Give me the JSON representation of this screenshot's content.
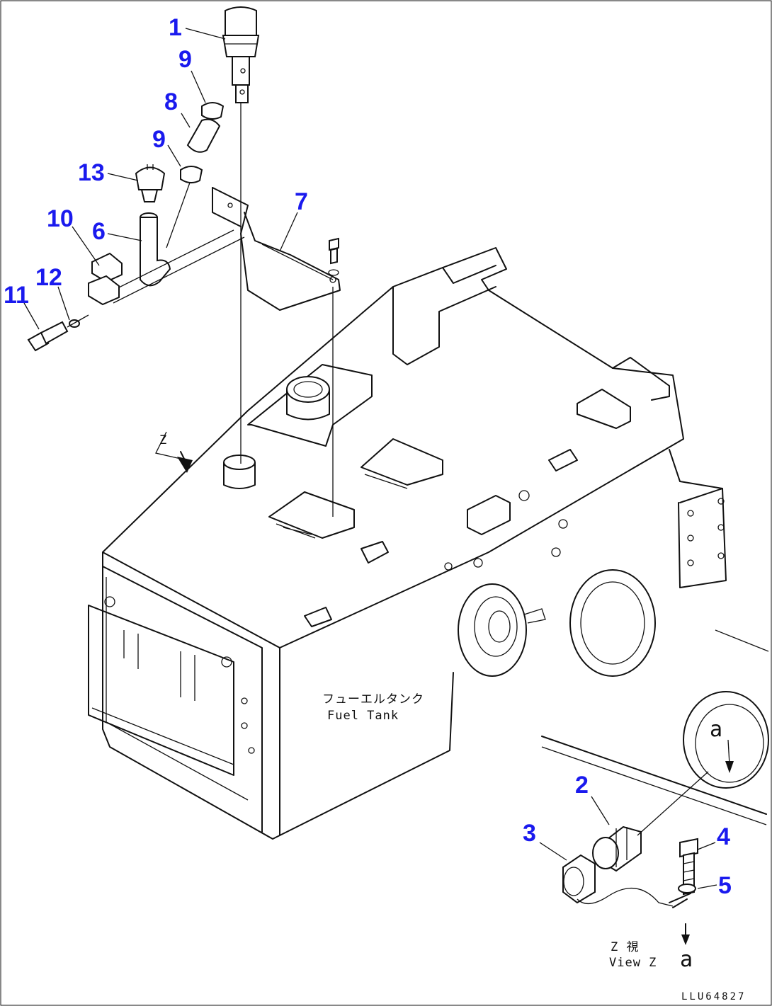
{
  "callouts": {
    "c1": "1",
    "c2": "2",
    "c3": "3",
    "c4": "4",
    "c5": "5",
    "c6": "6",
    "c7": "7",
    "c8": "8",
    "c9a": "9",
    "c9b": "9",
    "c10": "10",
    "c11": "11",
    "c12": "12",
    "c13": "13"
  },
  "labels": {
    "tank_jp": "フューエルタンク",
    "tank_en": "Fuel Tank",
    "view_jp": "Z 視",
    "view_en": "View Z",
    "view_arrow_letter": "Z",
    "detail_a_top": "a",
    "detail_a_bottom": "a",
    "drawing_code": "LLU64827"
  },
  "colors": {
    "callout": "#1a1aee",
    "line": "#111111"
  }
}
